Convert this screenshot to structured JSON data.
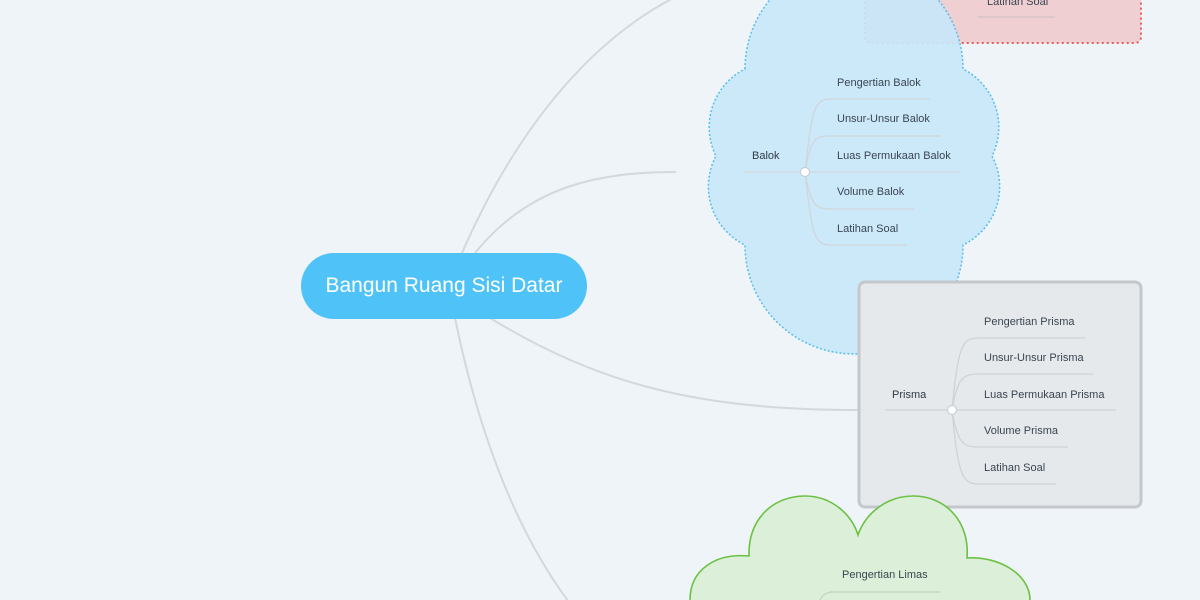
{
  "central_topic": "Bangun Ruang Sisi Datar",
  "branches": [
    {
      "title": "",
      "subtopics": [
        "Latihan Soal"
      ]
    },
    {
      "title": "Balok",
      "subtopics": [
        "Pengertian Balok",
        "Unsur-Unsur Balok",
        "Luas Permukaan Balok",
        "Volume Balok",
        "Latihan Soal"
      ]
    },
    {
      "title": "Prisma",
      "subtopics": [
        "Pengertian Prisma",
        "Unsur-Unsur Prisma",
        "Luas Permukaan Prisma",
        "Volume Prisma",
        "Latihan Soal"
      ]
    },
    {
      "title": "",
      "subtopics": [
        "Pengertian Limas"
      ]
    }
  ],
  "colors": {
    "background": "#eff4f8",
    "central": "#4fc3f7",
    "connector": "#d3d8dd",
    "cloud_blue_fill": "#c9e7f8",
    "cloud_blue_stroke": "#5ec0ee",
    "box_red_fill": "#efcfd1",
    "box_red_stroke": "#e5605b",
    "box_gray_fill": "#e5e9ec",
    "box_gray_stroke": "#c4c8cb",
    "cloud_green_fill": "#dcefd8",
    "cloud_green_stroke": "#6cc144"
  }
}
